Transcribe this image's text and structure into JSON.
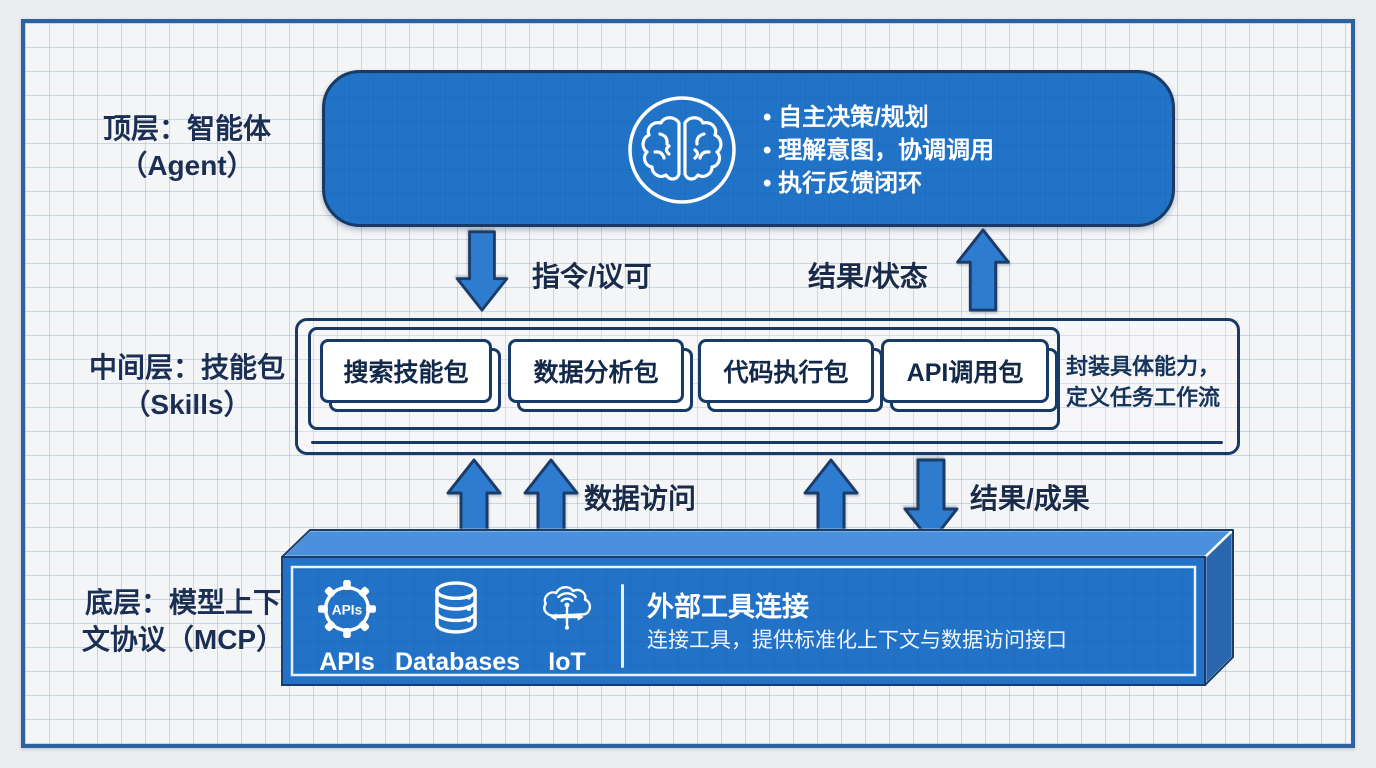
{
  "colors": {
    "primary_blue": "#2173c8",
    "navy_border": "#173a66",
    "arrow_blue": "#2e7ccf",
    "mcp_top_face": "#4a90dc",
    "mcp_side_face": "#2a66ad",
    "paper": "#f4f5f7",
    "grid_line": "#9cb6d9",
    "text_navy": "#1b2f55",
    "text_white": "#ffffff"
  },
  "layer_labels": {
    "top": {
      "line1": "顶层：智能体",
      "line2": "（Agent）"
    },
    "middle": {
      "line1": "中间层：技能包",
      "line2": "（Skills）"
    },
    "bottom": {
      "line1": "底层：模型上下",
      "line2": "文协议（MCP）"
    }
  },
  "agent": {
    "icon": "brain-icon",
    "bullets": [
      "自主决策/规划",
      "理解意图，协调调用",
      "执行反馈闭环"
    ]
  },
  "flow_labels": {
    "command": "指令/议可",
    "result_state": "结果/状态",
    "data_access": "数据访问",
    "result_outcome": "结果/成果"
  },
  "skills": {
    "cards": [
      "搜索技能包",
      "数据分析包",
      "代码执行包",
      "API调用包"
    ],
    "note_line1": "封装具体能力，",
    "note_line2": "定义任务工作流"
  },
  "mcp": {
    "gear_text": "APIs",
    "tools": [
      {
        "icon": "gear-apis-icon",
        "label": "APIs"
      },
      {
        "icon": "database-icon",
        "label": "Databases"
      },
      {
        "icon": "iot-cloud-icon",
        "label": "IoT"
      }
    ],
    "title": "外部工具连接",
    "subtitle": "连接工具，提供标准化上下文与数据访问接口"
  }
}
